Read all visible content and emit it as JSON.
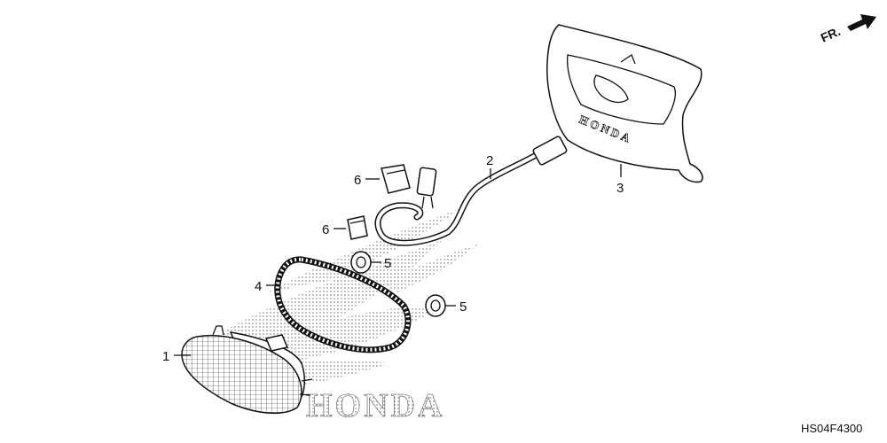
{
  "diagram": {
    "code": "HS04F4300",
    "front_label": "FR.",
    "brand_mark": "HONDA",
    "callouts": [
      {
        "id": "1",
        "label": "1"
      },
      {
        "id": "2",
        "label": "2"
      },
      {
        "id": "3",
        "label": "3"
      },
      {
        "id": "4",
        "label": "4"
      },
      {
        "id": "5a",
        "label": "5"
      },
      {
        "id": "5b",
        "label": "5"
      },
      {
        "id": "6a",
        "label": "6"
      },
      {
        "id": "6b",
        "label": "6"
      }
    ]
  }
}
